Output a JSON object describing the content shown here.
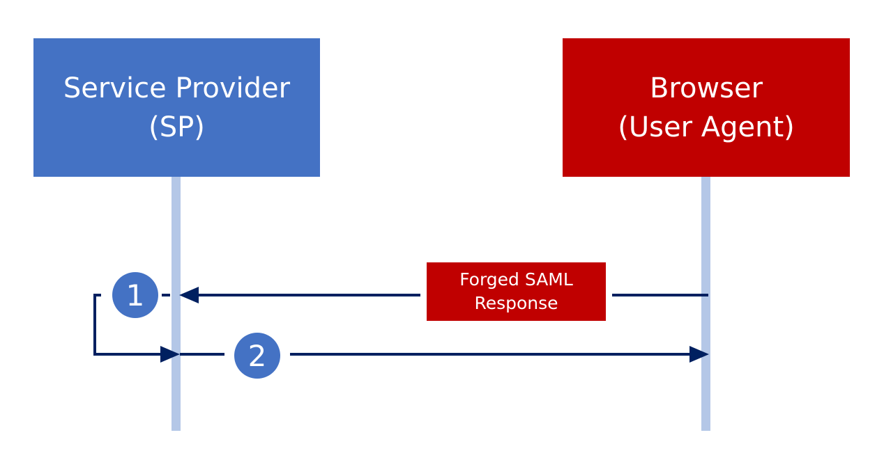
{
  "actors": [
    {
      "line1": "Service Provider",
      "line2": "(SP)",
      "color": "#4472c4"
    },
    {
      "line1": "Browser",
      "line2": "(User Agent)",
      "color": "#c00000"
    }
  ],
  "lifeline_color": "#b4c7e7",
  "arrow_color": "#002060",
  "message": {
    "line1": "Forged SAML",
    "line2": "Response",
    "color": "#c00000"
  },
  "steps": [
    {
      "label": "1",
      "color": "#4472c4"
    },
    {
      "label": "2",
      "color": "#4472c4"
    }
  ]
}
